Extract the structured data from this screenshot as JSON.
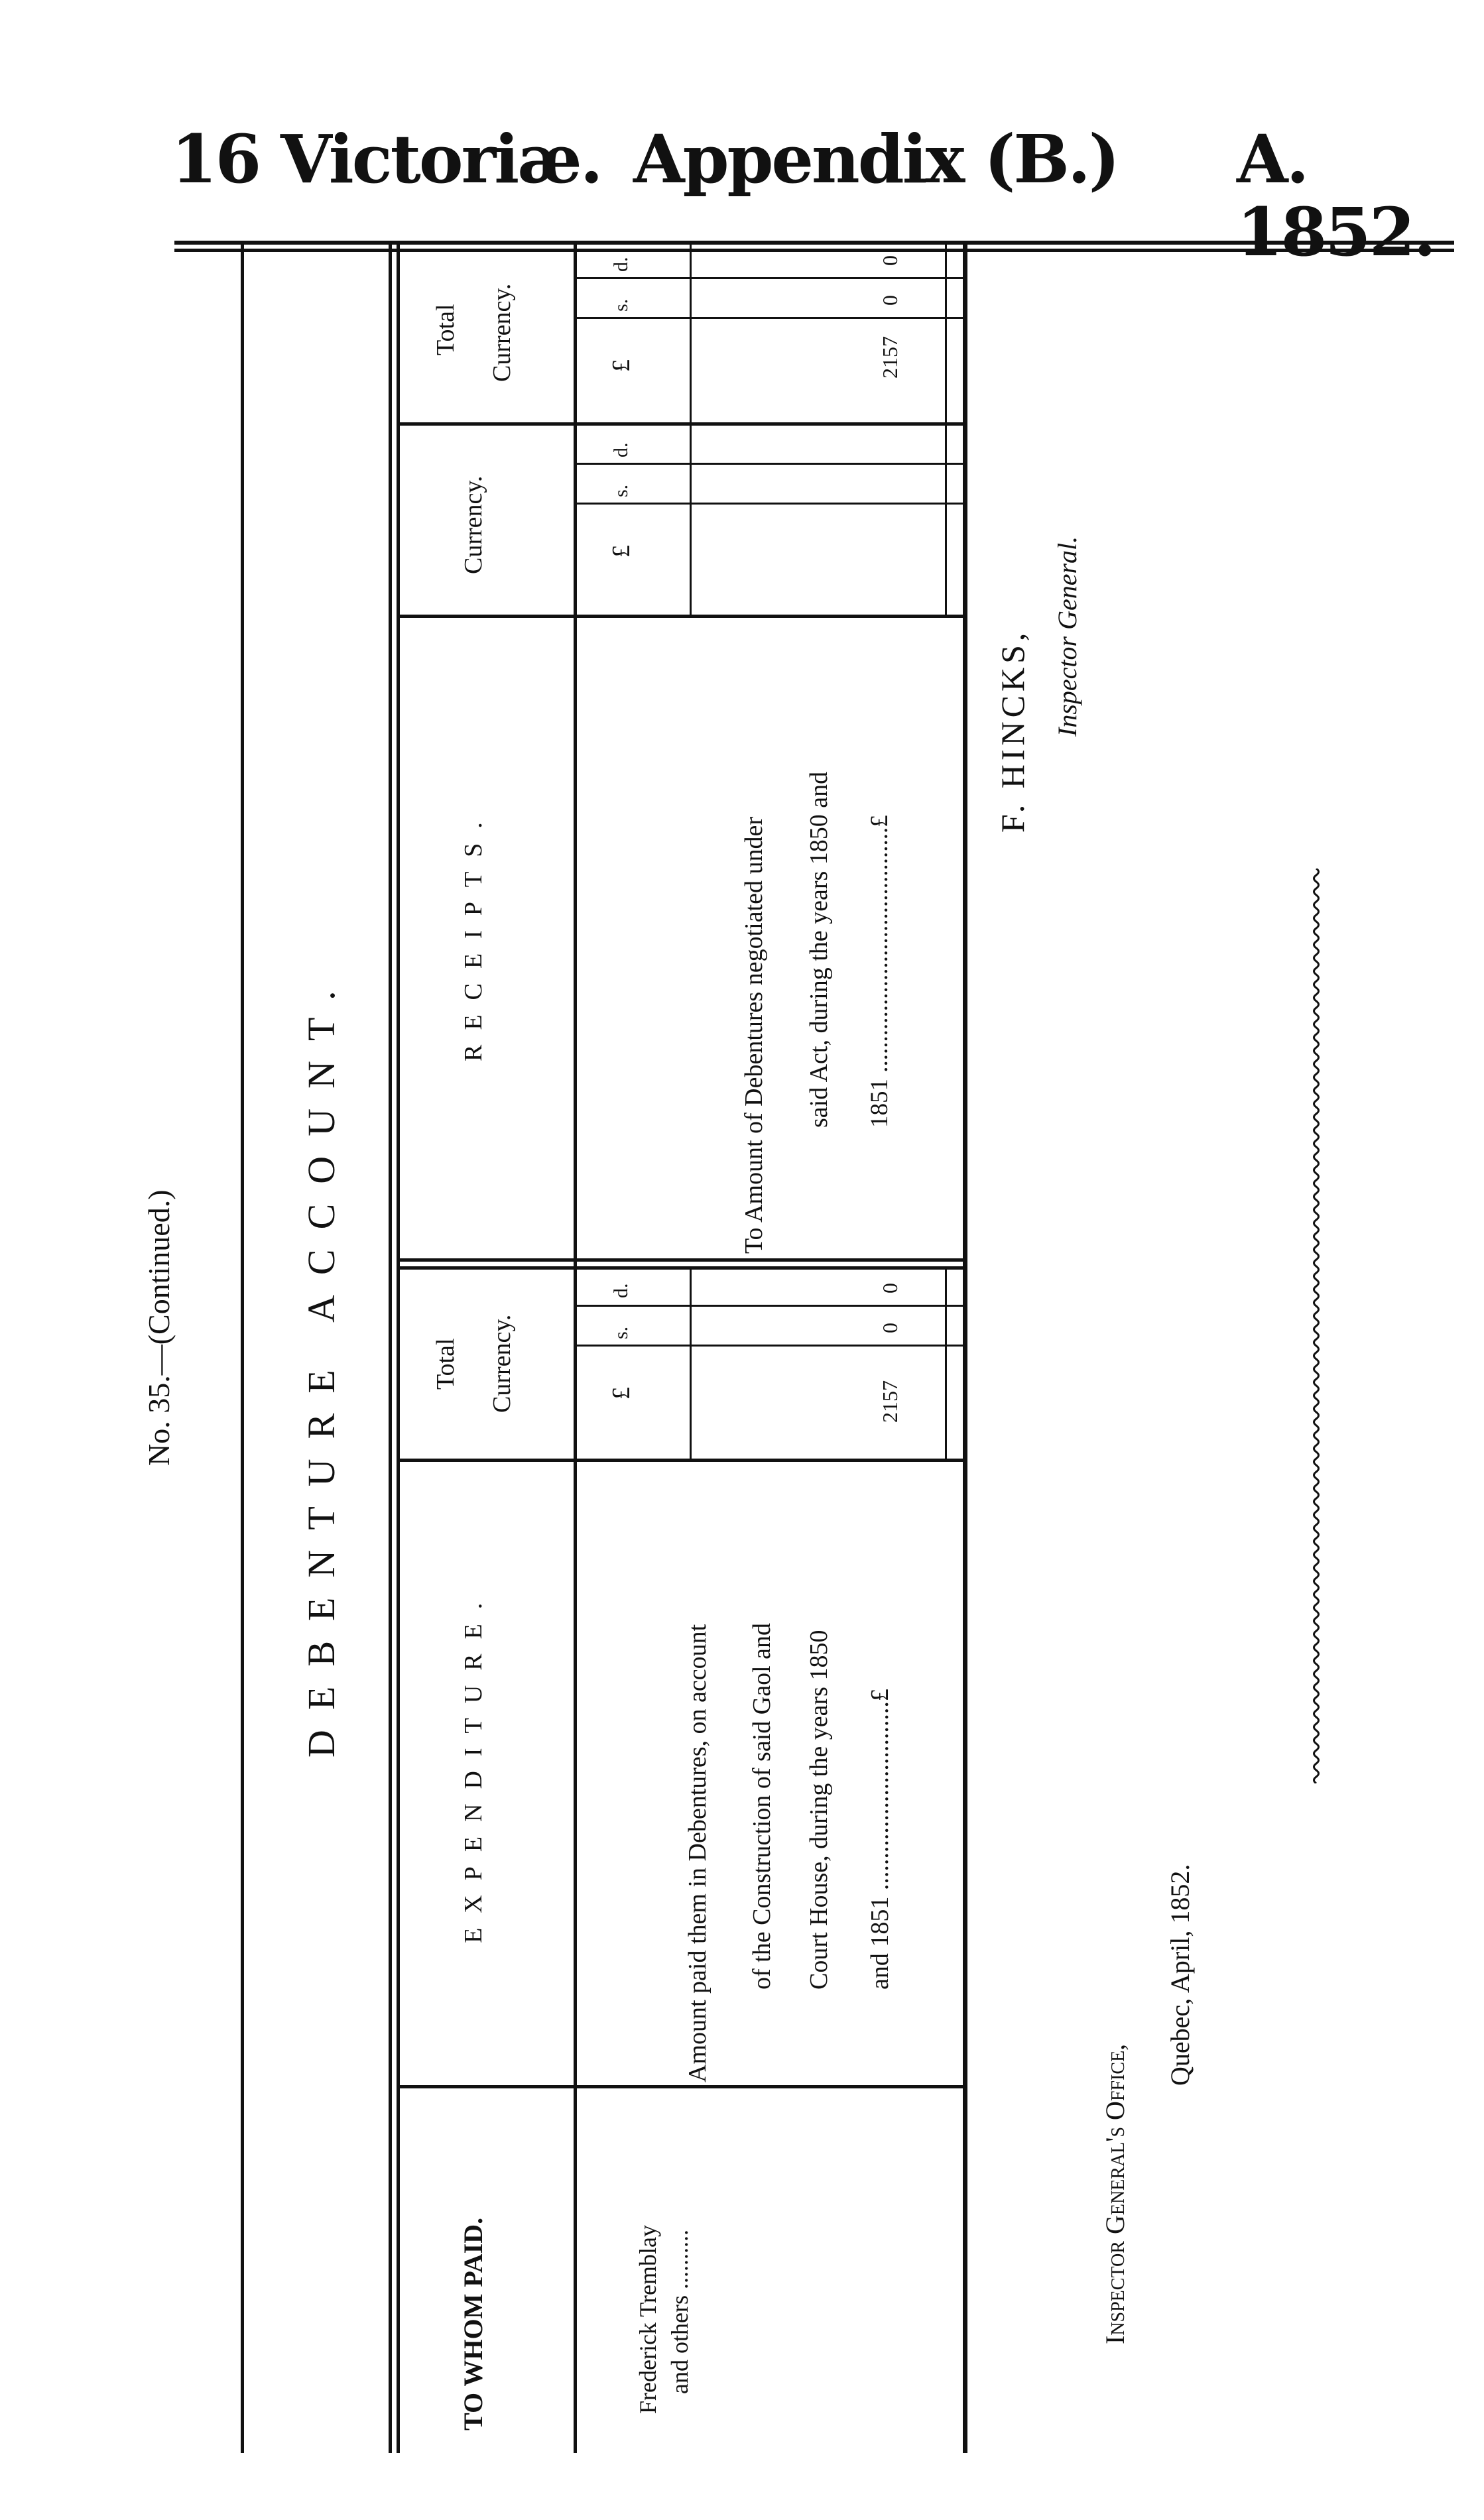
{
  "header": {
    "left": "16 Victoriæ.",
    "center": "Appendix (B.)",
    "right": "A. 1852."
  },
  "document_number": "No. 35.—(Continued.)",
  "title": "DEBENTURE ACCOUNT.",
  "table": {
    "columns": {
      "to_whom_paid": "TO WHOM PAID.",
      "expenditure": "EXPENDITURE.",
      "total_currency_line1": "Total",
      "total_currency_line2": "Currency.",
      "receipts": "RECEIPTS.",
      "currency": "Currency.",
      "pound": "£",
      "shillings": "s.",
      "pence": "d."
    },
    "row": {
      "payee_line1": "Frederick Tremblay",
      "payee_line2": "and others ..........",
      "expenditure_lines": [
        "Amount paid them in Debentures, on account",
        "of the Construction of said Gaol and",
        "Court House, during the years 1850",
        "and 1851 ..............................£"
      ],
      "expenditure_total": {
        "pounds": "2157",
        "shillings": "0",
        "pence": "0"
      },
      "receipts_lines": [
        "To Amount of Debentures negotiated under",
        "said Act, during the years 1850 and",
        "1851 ........................................£"
      ],
      "receipts_total": {
        "pounds": "2157",
        "shillings": "0",
        "pence": "0"
      }
    }
  },
  "signature": {
    "name": "F. HINCKS,",
    "title": "Inspector General."
  },
  "office": {
    "line1": "Inspector General's Office,",
    "line2": "Quebec, April, 1852."
  }
}
